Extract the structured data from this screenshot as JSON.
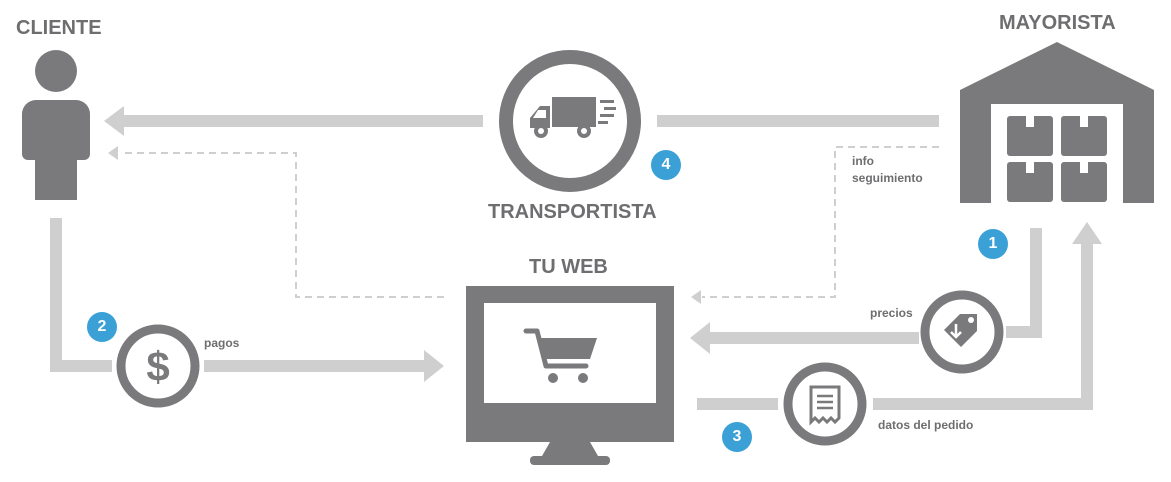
{
  "nodes": {
    "cliente": "CLIENTE",
    "mayorista": "MAYORISTA",
    "transportista": "TRANSPORTISTA",
    "tu_web": "TU WEB"
  },
  "flows": {
    "pagos": "pagos",
    "precios": "precios",
    "datos_pedido": "datos del pedido",
    "info_line1": "info",
    "info_line2": "seguimiento"
  },
  "steps": [
    "1",
    "2",
    "3",
    "4"
  ],
  "colors": {
    "dark_gray": "#7a7a7c",
    "light_gray": "#cfcfd0",
    "badge_blue": "#3aa0d6",
    "text_gray": "#6e6e70"
  }
}
